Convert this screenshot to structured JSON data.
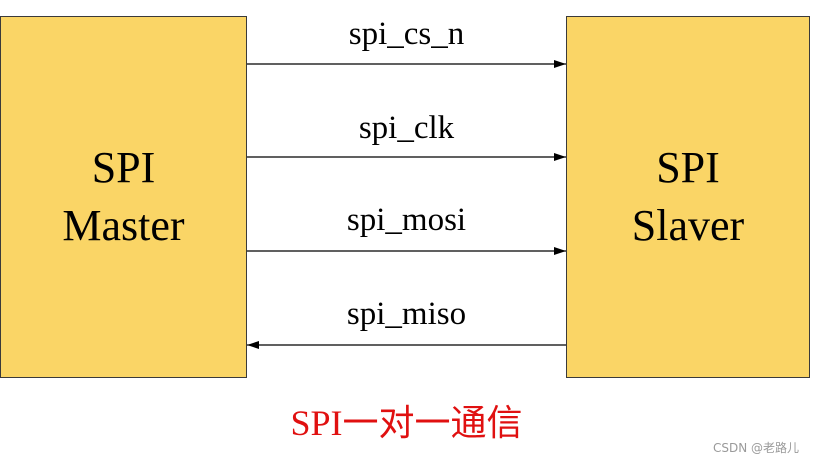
{
  "master": {
    "line1": "SPI",
    "line2": "Master"
  },
  "slave": {
    "line1": "SPI",
    "line2": "Slaver"
  },
  "signals": [
    {
      "label": "spi_cs_n",
      "direction": "master-to-slave"
    },
    {
      "label": "spi_clk",
      "direction": "master-to-slave"
    },
    {
      "label": "spi_mosi",
      "direction": "master-to-slave"
    },
    {
      "label": "spi_miso",
      "direction": "slave-to-master"
    }
  ],
  "caption": "SPI一对一通信",
  "watermark": "CSDN @老路儿",
  "colors": {
    "block_fill": "#fad566",
    "block_border": "#3a3a3a",
    "caption": "#e01010",
    "line": "#000000"
  }
}
